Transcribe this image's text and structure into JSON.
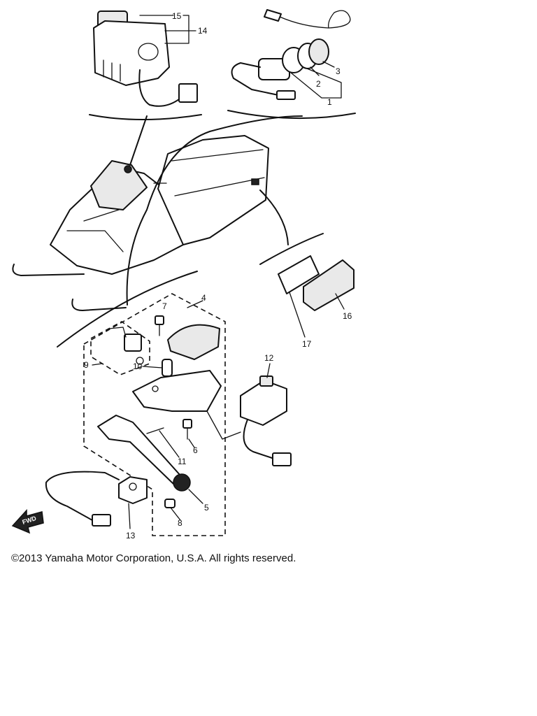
{
  "diagram": {
    "callouts": {
      "c1": "1",
      "c2": "2",
      "c3": "3",
      "c4": "4",
      "c5": "5",
      "c6": "6",
      "c7": "7",
      "c8": "8",
      "c9": "9",
      "c10": "10",
      "c11": "11",
      "c12": "12",
      "c13": "13",
      "c14": "14",
      "c15": "15",
      "c16": "16",
      "c17": "17"
    },
    "fwd_label": "FWD",
    "colors": {
      "line": "#111111",
      "background": "#ffffff",
      "shade": "#e9e9e9"
    }
  },
  "footer": {
    "copyright": "©2013 Yamaha Motor Corporation, U.S.A. All rights reserved."
  }
}
